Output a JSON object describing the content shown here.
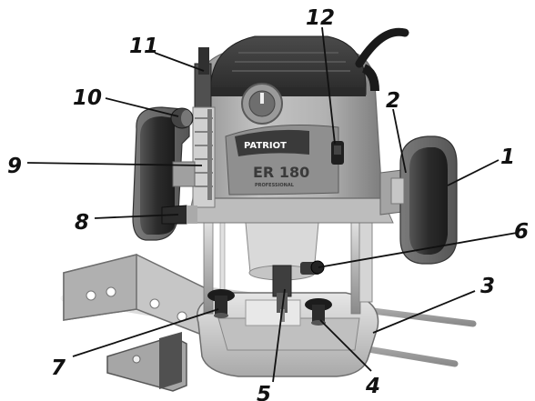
{
  "product": {
    "brand": "PATRIOT",
    "model": "ER 180",
    "model_sub": "PROFESSIONAL"
  },
  "callouts": [
    {
      "number": "1"
    },
    {
      "number": "2"
    },
    {
      "number": "3"
    },
    {
      "number": "4"
    },
    {
      "number": "5"
    },
    {
      "number": "6"
    },
    {
      "number": "7"
    },
    {
      "number": "8"
    },
    {
      "number": "9"
    },
    {
      "number": "10"
    },
    {
      "number": "11"
    },
    {
      "number": "12"
    }
  ],
  "colors": {
    "body_grey": "#a8a8a8",
    "dark_grey": "#3c3c3c",
    "handle_black": "#2e2e2e",
    "rubber_grey": "#6a6a6a",
    "metal": "#c8c8c8",
    "base_plate": "#d9d9d9"
  }
}
